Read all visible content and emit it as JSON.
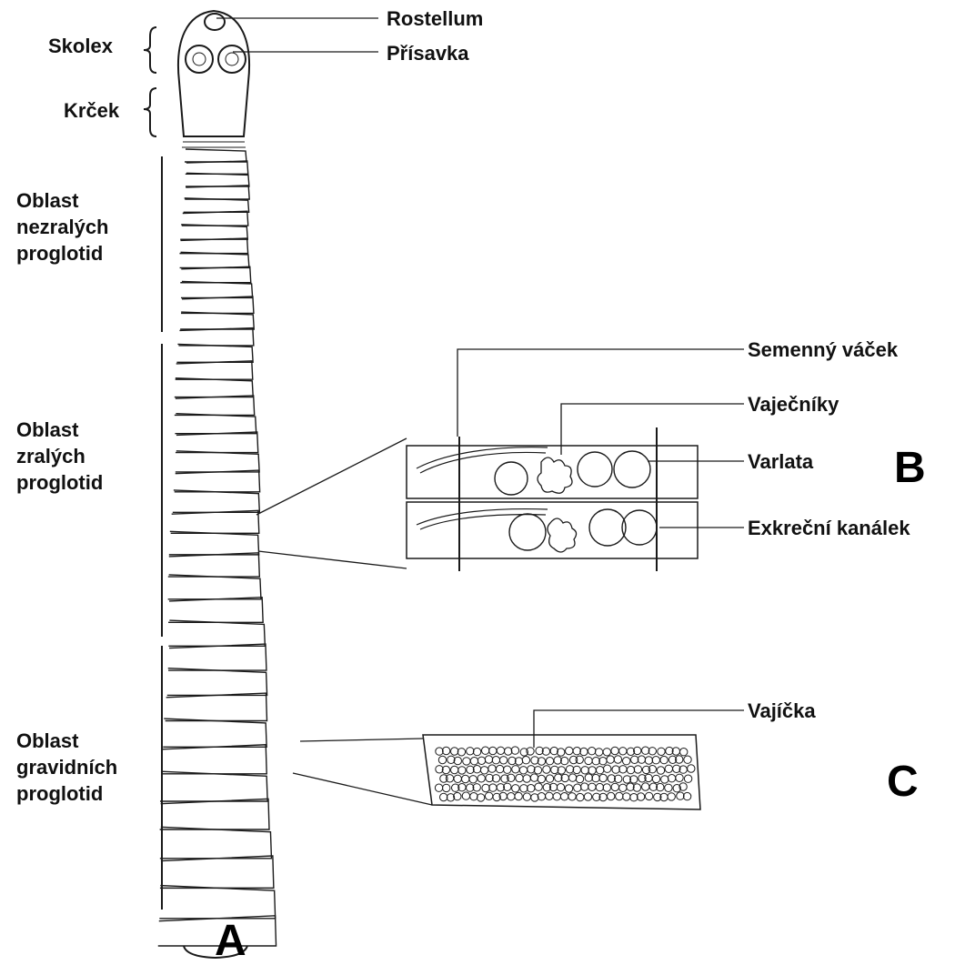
{
  "labels": {
    "skolex": "Skolex",
    "krcek": "Krček",
    "rostellum": "Rostellum",
    "prisavka": "Přísavka",
    "region_immature": [
      "Oblast",
      "nezralých",
      "proglotid"
    ],
    "region_mature": [
      "Oblast",
      "zralých",
      "proglotid"
    ],
    "region_gravid": [
      "Oblast",
      "gravidních",
      "proglotid"
    ],
    "semenny_vacek": "Semenný váček",
    "vajecniky": "Vaječníky",
    "varlata": "Varlata",
    "exkrecni_kanalek": "Exkreční kanálek",
    "vajicka": "Vajíčka",
    "panel_a": "A",
    "panel_b": "B",
    "panel_c": "C"
  },
  "colors": {
    "ink": "#1a1a1a",
    "paper": "#ffffff"
  }
}
